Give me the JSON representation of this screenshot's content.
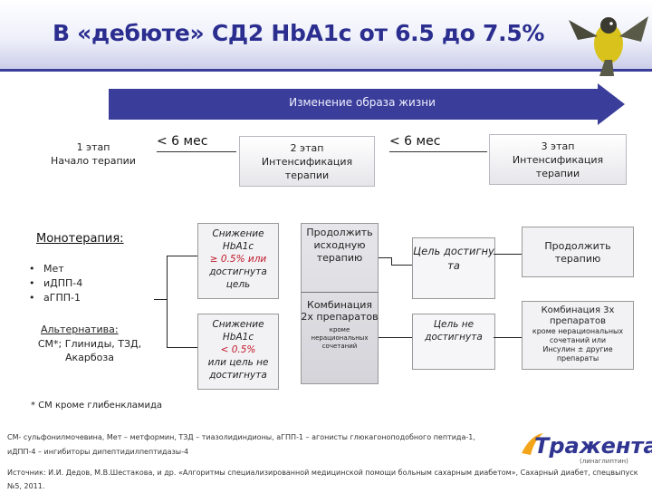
{
  "title": "В  «дебюте» СД2 HbA1c от 6.5 до 7.5%",
  "lifestyle": "Изменение образа жизни",
  "stage1": {
    "line1": "1 этап",
    "line2": "Начало терапии"
  },
  "interval1": "< 6 мес",
  "stage2": {
    "line1": "2 этап",
    "line2": "Интенсификация",
    "line3": "терапии"
  },
  "interval2": "< 6 мес",
  "stage3": {
    "line1": "3 этап",
    "line2": "Интенсификация",
    "line3": "терапии"
  },
  "monotherapy": {
    "title": "Монотерапия:",
    "items": [
      "Мет",
      "иДПП-4",
      "аГПП-1"
    ]
  },
  "alternative": {
    "title": "Альтернатива:",
    "text": "СМ*; Глиниды, ТЗД, Акарбоза"
  },
  "footnote": "* СМ кроме глибенкламида",
  "cond_decrease": {
    "line1": "Снижение",
    "line2": "HbA1c",
    "line3": "≥ 0.5% или",
    "line4": "достигнута",
    "line5": "цель"
  },
  "cond_no_decrease": {
    "line1": "Снижение",
    "line2": "HbA1c",
    "line3": "< 0.5%",
    "line4": "или цель не",
    "line5": "достигнута"
  },
  "middle": {
    "continue": "Продолжить исходную терапию",
    "combo": "Комбинация 2х препаратов",
    "note": "кроме нерациональных сочетаний"
  },
  "goal_reached": "Цель достигну та",
  "goal_not_reached": "Цель не достигнута",
  "right_continue": "Продолжить терапию",
  "right_combo": {
    "head": "Комбинация 3х препаратов",
    "line1": "кроме нерациональных",
    "line2": "сочетаний или",
    "line3": "Инсулин ± другие",
    "line4": "препараты"
  },
  "abbreviations": "СМ- сульфонилмочевина, Мет – метформин, ТЗД – тиазолидиндионы, аГПП-1 – агонисты глюкагоноподобного  пептида-1, иДПП-4 – ингибиторы дипептидилпептидазы-4",
  "source": "Источник: И.И. Дедов, М.В.Шестакова, и др. «Алгоритмы специализированной медицинской помощи больным  сахарным диабетом», Сахарный диабет, спецвыпуск №5, 2011.",
  "logo": {
    "name": "Тражента",
    "sub": "(линаглиптин)"
  },
  "colors": {
    "title": "#2b2e8f",
    "arrow": "#3a3d9a",
    "red": "#c0192b"
  }
}
